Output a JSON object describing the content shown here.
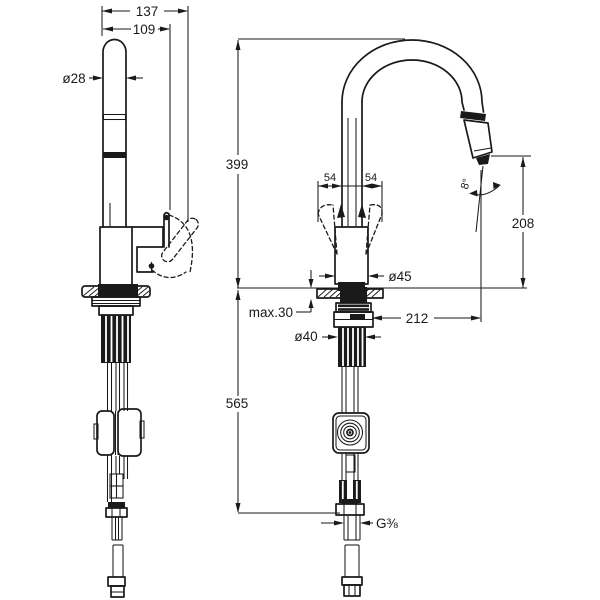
{
  "drawing": {
    "background_color": "#ffffff",
    "line_color": "#1a1a1a",
    "labels": {
      "total_depth": "137",
      "spout_reach_side": "109",
      "spout_tube_diameter": "ø28",
      "total_height": "399",
      "handle_swing_left": "54",
      "handle_swing_right": "54",
      "outlet_angle": "8°",
      "outlet_height": "208",
      "body_diameter": "ø45",
      "max_counter_thickness": "max.30",
      "spout_reach": "212",
      "mounting_hole_diameter": "ø40",
      "hose_length": "565",
      "thread_size": "G⅜"
    }
  }
}
